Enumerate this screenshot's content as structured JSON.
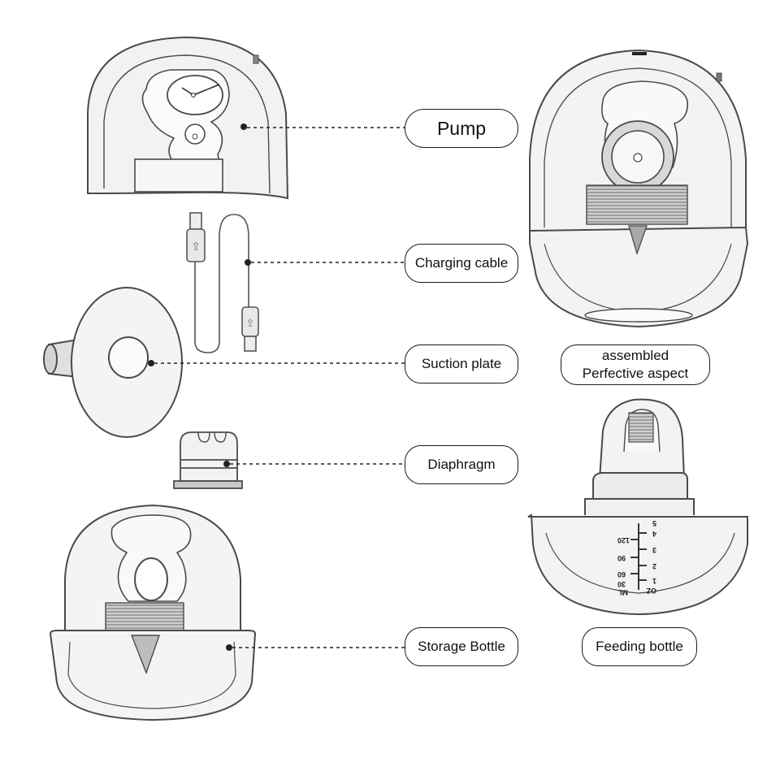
{
  "labels": {
    "pump": "Pump",
    "charging_cable": "Charging cable",
    "suction_plate": "Suction plate",
    "diaphragm": "Diaphragm",
    "storage_bottle": "Storage Bottle",
    "assembled_line1": "assembled",
    "assembled_line2": "Perfective aspect",
    "feeding_bottle": "Feeding bottle"
  },
  "scale": {
    "ml": [
      "120",
      "90",
      "60",
      "30",
      "ML"
    ],
    "oz": [
      "5",
      "4",
      "3",
      "2",
      "1",
      "OZ"
    ]
  },
  "colors": {
    "stroke": "#4a4a4a",
    "fill": "#f3f3f3",
    "shade": "#d6d6d6",
    "line": "#222222"
  }
}
